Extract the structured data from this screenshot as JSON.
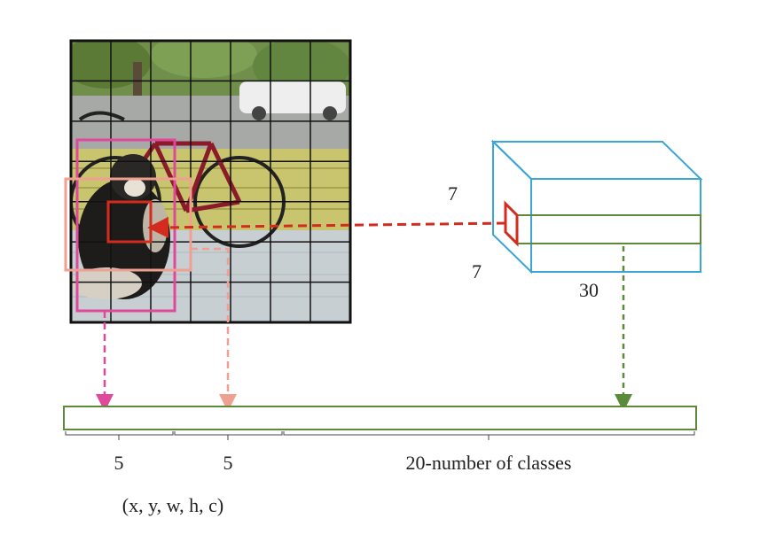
{
  "grid": {
    "rows": 7,
    "cols": 7
  },
  "tensor": {
    "height_label": "7",
    "width_label": "7",
    "depth_label": "30"
  },
  "vector": {
    "box1_size": "5",
    "box2_size": "5",
    "classes_label": "20-number of classes",
    "box_params": "(x, y, w, h, c)"
  },
  "colors": {
    "cell_red": "#d42b1f",
    "box_magenta": "#e0489a",
    "box_salmon": "#f0a090",
    "tensor_blue": "#3aa6d8",
    "vector_green": "#5a8a3a",
    "grid_line": "#111111"
  },
  "image": {
    "subject": "dog-and-bicycle-photo"
  }
}
